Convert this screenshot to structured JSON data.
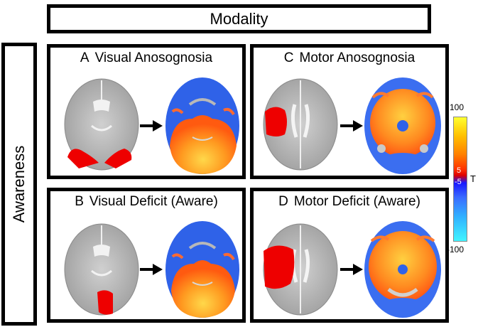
{
  "header": {
    "modality": "Modality",
    "awareness": "Awareness"
  },
  "panels": {
    "a": {
      "letter": "A",
      "title": "Visual Anosognosia"
    },
    "b": {
      "letter": "B",
      "title": "Visual Deficit (Aware)"
    },
    "c": {
      "letter": "C",
      "title": "Motor Anosognosia"
    },
    "d": {
      "letter": "D",
      "title": "Motor Deficit (Aware)"
    }
  },
  "colorbar": {
    "max_label": "100",
    "min_label": "-100",
    "pos_threshold_label": "5",
    "neg_threshold_label": "-5",
    "unit_label": "T",
    "colors": {
      "positive": [
        "#dd0000",
        "#ff8000",
        "#ffff30"
      ],
      "negative": [
        "#1818ff",
        "#3a6cff",
        "#40f4ff"
      ]
    }
  },
  "colors": {
    "lesion": "#ee0000",
    "brain": "#bdbdbd",
    "border": "#000000"
  }
}
